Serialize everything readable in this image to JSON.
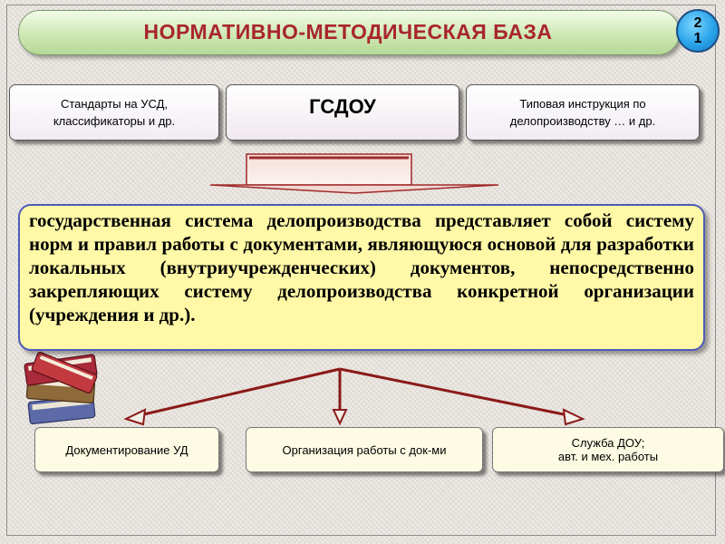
{
  "title": "НОРМАТИВНО-МЕТОДИЧЕСКАЯ БАЗА",
  "page_number": {
    "line1": "2",
    "line2": "1"
  },
  "top_boxes": {
    "left": {
      "line1": "Стандарты на УСД,",
      "line2": "классификаторы и др."
    },
    "center": "ГСДОУ",
    "right": {
      "line1": "Типовая инструкция по",
      "line2": "делопроизводству … и др."
    }
  },
  "definition": "государственная система делопроизводства представляет собой систему норм и правил работы с документами, являющуюся основой для разработки локальных (внутриучрежденческих) документов, непосредственно закрепляющих систему делопроизводства конкретной организации (учреждения и др.).",
  "bottom_boxes": {
    "left": "Документирование УД",
    "center": "Организация работы с док-ми",
    "right": {
      "line1": "Служба ДОУ;",
      "line2": "авт. и мех. работы"
    }
  },
  "icons": {
    "decoration": "stack-of-books-icon"
  },
  "colors": {
    "title_text": "#a8262e",
    "title_bar": "#cfe8b4",
    "definition_fill": "#fff8a6",
    "definition_border": "#4d5bb8",
    "arrows": "#8b1a1a",
    "page_circle": "#2aa4ea"
  }
}
